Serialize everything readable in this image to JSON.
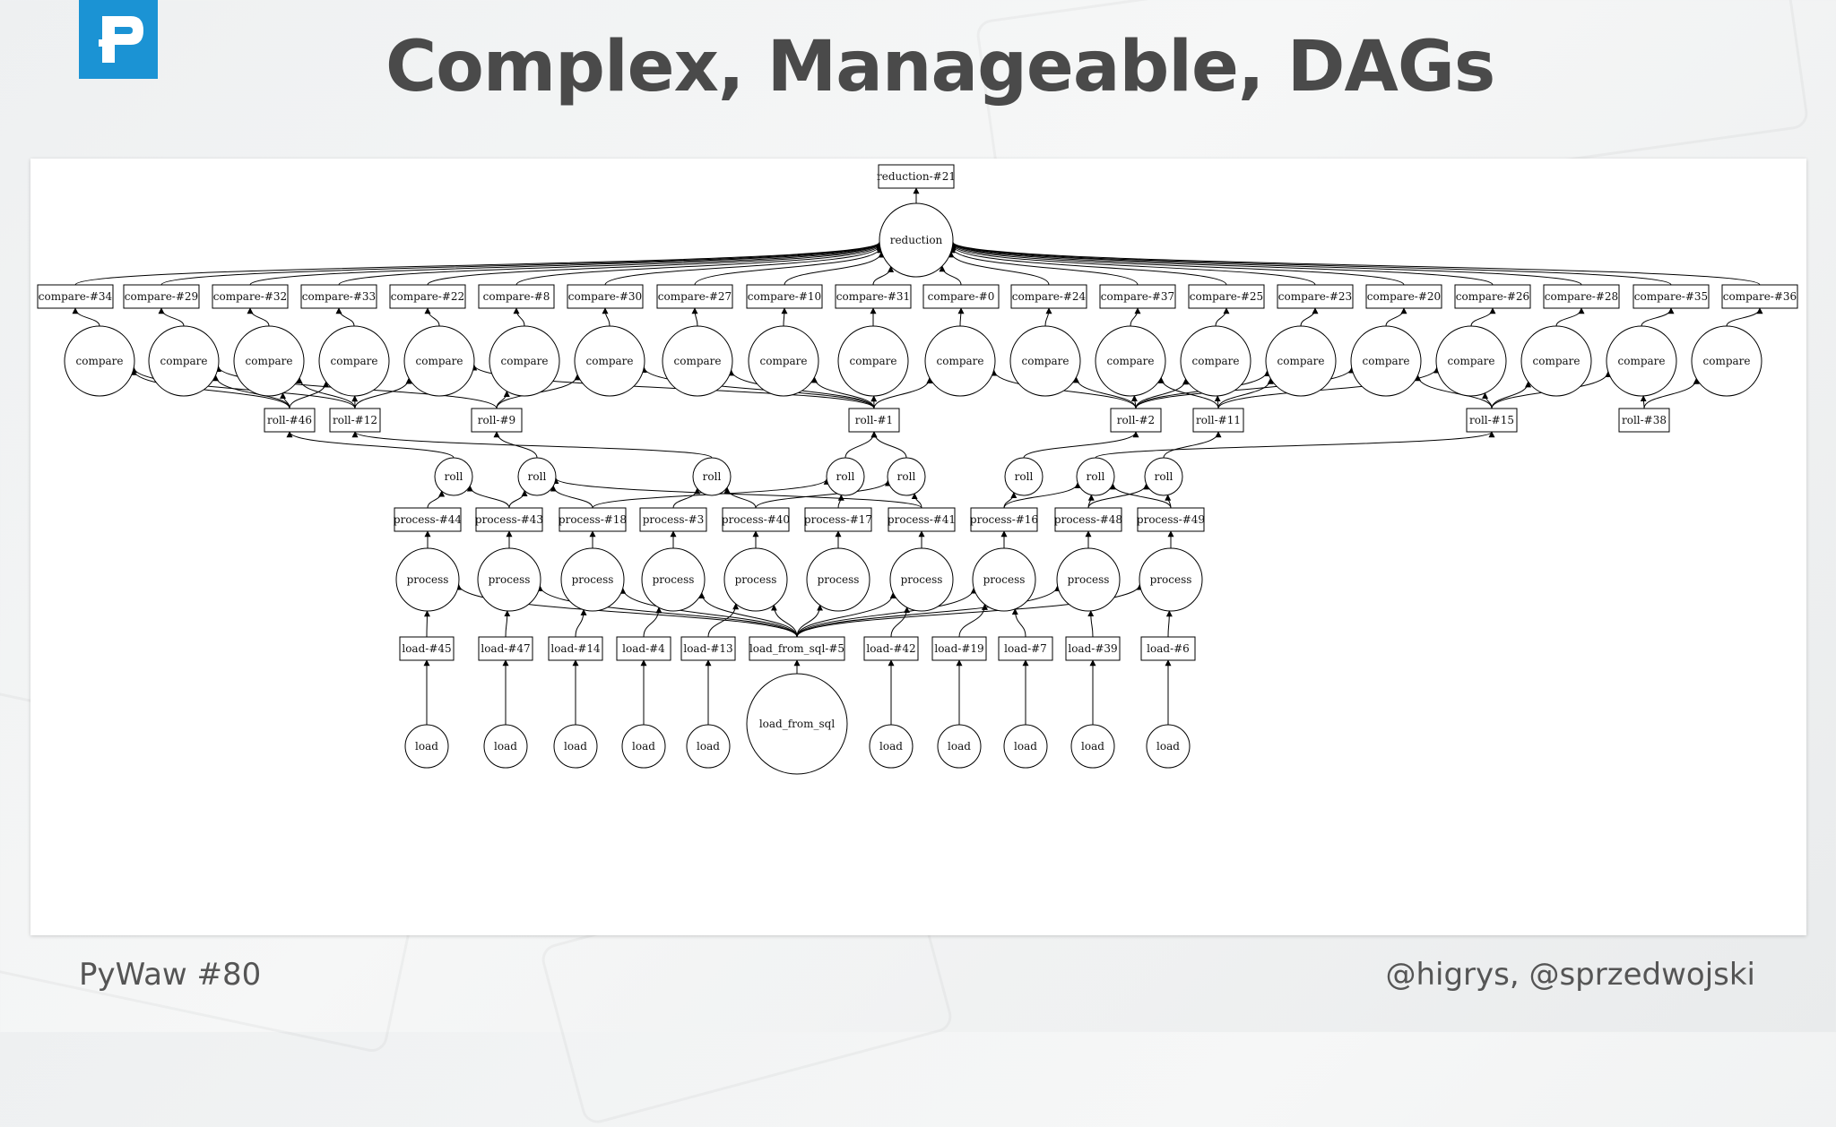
{
  "slide": {
    "title": "Complex, Manageable, DAGs",
    "footer_left": "PyWaw #80",
    "footer_right": "@higrys, @sprzedwojski",
    "logo_icon": "python-p-logo",
    "logo_color": "#1b93d4"
  },
  "dag": {
    "reduction_out": "reduction-#21",
    "reduction": "reduction",
    "compare_labels": [
      "compare-#34",
      "compare-#29",
      "compare-#32",
      "compare-#33",
      "compare-#22",
      "compare-#8",
      "compare-#30",
      "compare-#27",
      "compare-#10",
      "compare-#31",
      "compare-#0",
      "compare-#24",
      "compare-#37",
      "compare-#25",
      "compare-#23",
      "compare-#20",
      "compare-#26",
      "compare-#28",
      "compare-#35",
      "compare-#36"
    ],
    "compare_op": "compare",
    "roll_labels": [
      "roll-#46",
      "roll-#12",
      "roll-#9",
      "roll-#1",
      "roll-#2",
      "roll-#11",
      "roll-#15",
      "roll-#38"
    ],
    "roll_op": "roll",
    "process_labels": [
      "process-#44",
      "process-#43",
      "process-#18",
      "process-#3",
      "process-#40",
      "process-#17",
      "process-#41",
      "process-#16",
      "process-#48",
      "process-#49"
    ],
    "process_op": "process",
    "load_labels": [
      "load-#45",
      "load-#47",
      "load-#14",
      "load-#4",
      "load-#13",
      "load_from_sql-#5",
      "load-#42",
      "load-#19",
      "load-#7",
      "load-#39",
      "load-#6"
    ],
    "load_ops": [
      "load",
      "load",
      "load",
      "load",
      "load",
      "load_from_sql",
      "load",
      "load",
      "load",
      "load",
      "load"
    ]
  }
}
